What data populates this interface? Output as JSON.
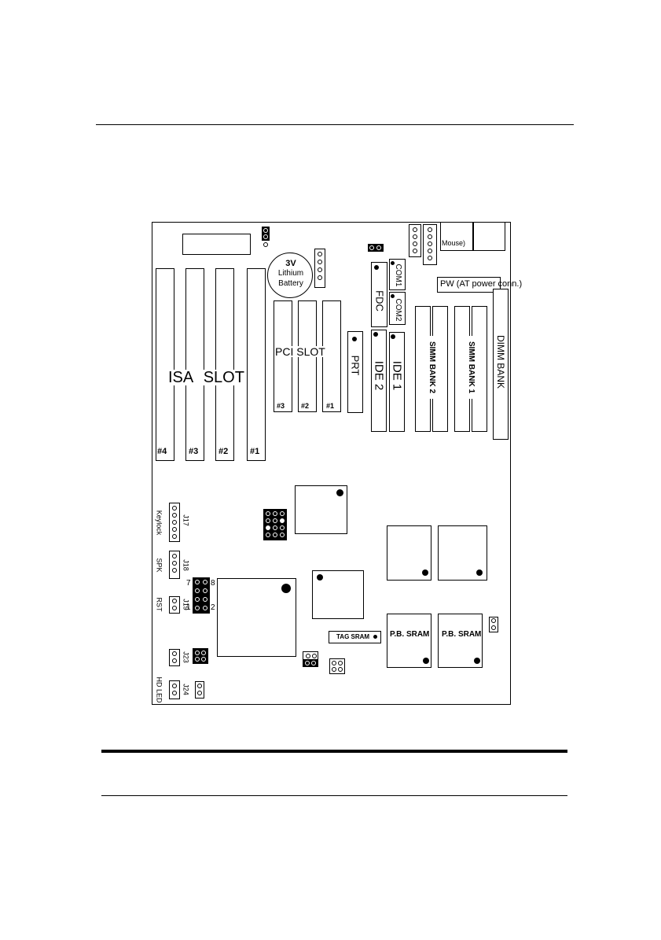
{
  "board": {
    "isa_slot_label": "ISA SLOT",
    "isa_slots": [
      "#4",
      "#3",
      "#2",
      "#1"
    ],
    "pci_slot_label": "PCI SLOT",
    "pci_slots": [
      "#3",
      "#2",
      "#1"
    ],
    "battery": [
      "3V",
      "Lithium",
      "Battery"
    ],
    "mouse": "Mouse)",
    "power_conn": "PW (AT power conn.)",
    "fdc": "FDC",
    "com1": "COM1",
    "com2": "COM2",
    "prt": "PRT",
    "ide2": "IDE 2",
    "ide1": "IDE 1",
    "simm_bank_2": "SIMM BANK 2",
    "simm_bank_1": "SIMM BANK 1",
    "dimm_bank": "DIMM BANK",
    "j17": "J17",
    "keylock": "Keylock",
    "j18": "J18",
    "spk": "SPK",
    "j19": "J19",
    "rst": "RST",
    "j23": "J23",
    "j24": "J24",
    "hd_led": "HD LED",
    "jumper_numbers": {
      "top_left": "7",
      "top_right": "8",
      "bottom_left": "1",
      "bottom_right": "2"
    },
    "tag_sram": "TAG SRAM",
    "pb_sram_1": "P.B. SRAM",
    "pb_sram_2": "P.B. SRAM"
  }
}
